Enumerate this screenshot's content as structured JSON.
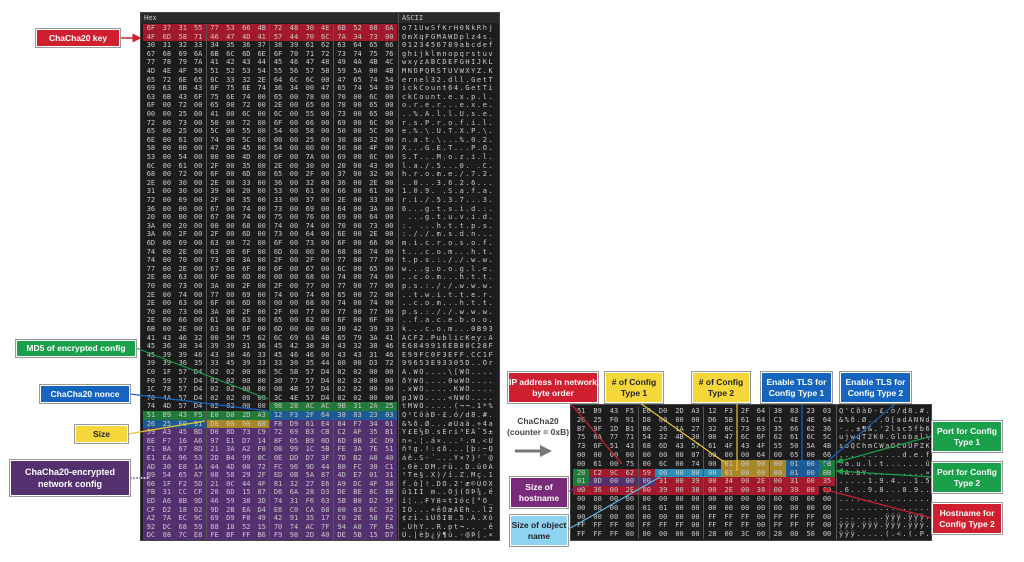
{
  "colors": {
    "key": "#a3192c",
    "md5": "#217a3a",
    "nonce": "#1b5a92",
    "size": "#a8862a",
    "config": "#55306e",
    "ip": "#a3192c",
    "count": "#a8862a",
    "tls": "#1b5a92",
    "port": "#217a3a",
    "hostsize": "#55306e",
    "objsize": "#2a8fb8",
    "hostname": "#a3192c"
  },
  "left_dump": {
    "hex_header": "Hex",
    "ascii_header": "ASCII",
    "rows": [
      {
        "hex": "6F 37 31 55 77 53 66 4B 72 48 30 4E 6B 52 68 6A",
        "ascii": "o71UwSfKrH0NkRhj"
      },
      {
        "hex": "4F 6D 58 71 46 47 4D 41 57 44 70 6C 7A 34 73 00",
        "ascii": "OmXqFGMAWDplz4s."
      },
      {
        "hex": "30 31 32 33 34 35 36 37 38 39 61 62 63 64 65 66",
        "ascii": "0123456789abcdef"
      },
      {
        "hex": "67 68 69 6A 6B 6C 6D 6E 6F 70 71 72 73 74 75 76",
        "ascii": "ghijklmnopqrstuv"
      },
      {
        "hex": "77 78 79 7A 41 42 43 44 45 46 47 48 49 4A 4B 4C",
        "ascii": "wxyzABCDEFGHIJKL"
      },
      {
        "hex": "4D 4E 4F 50 51 52 53 54 55 56 57 58 59 5A 00 4B",
        "ascii": "MNOPQRSTUVWXYZ.K"
      },
      {
        "hex": "65 72 6E 65 6C 33 32 2E 64 6C 6C 00 47 65 74 54",
        "ascii": "ernel32.dll.GetT"
      },
      {
        "hex": "69 63 6B 43 6F 75 6E 74 36 34 00 47 65 74 54 69",
        "ascii": "ickCount64.GetTi"
      },
      {
        "hex": "63 6B 43 6F 75 6E 74 00 65 00 78 00 70 00 6C 00",
        "ascii": "ckCount.e.x.p.l."
      },
      {
        "hex": "6F 00 72 00 65 00 72 00 2E 00 65 00 78 00 65 00",
        "ascii": "o.r.e.r...e.x.e."
      },
      {
        "hex": "00 00 25 00 41 00 6C 00 6C 00 55 00 73 00 65 00",
        "ascii": "..%.A.l.l.U.s.e."
      },
      {
        "hex": "72 00 73 00 50 00 72 00 6F 00 66 00 69 00 6C 00",
        "ascii": "r.s.P.r.o.f.i.l."
      },
      {
        "hex": "65 00 25 00 5C 00 55 00 54 00 58 00 50 00 5C 00",
        "ascii": "e.%.\\.U.T.X.P.\\."
      },
      {
        "hex": "6E 00 61 00 74 00 5C 00 00 00 25 00 30 00 32 00",
        "ascii": "n.a.t.\\...%.0.2."
      },
      {
        "hex": "58 00 00 00 47 00 45 00 54 00 00 00 50 00 4F 00",
        "ascii": "X...G.E.T...P.O."
      },
      {
        "hex": "53 00 54 00 00 00 4D 00 6F 00 7A 00 69 00 6C 00",
        "ascii": "S.T...M.o.z.i.l."
      },
      {
        "hex": "6C 00 61 00 2F 00 35 00 2E 00 30 00 20 00 43 00",
        "ascii": "l.a./.5...0. .C."
      },
      {
        "hex": "68 00 72 00 6F 00 6D 00 65 00 2F 00 37 00 32 00",
        "ascii": "h.r.o.m.e./.7.2."
      },
      {
        "hex": "2E 00 30 00 2E 00 33 00 36 00 32 00 36 00 2E 00",
        "ascii": "..0...3.6.2.6..."
      },
      {
        "hex": "31 00 30 00 39 00 20 00 53 00 61 00 66 00 61 00",
        "ascii": "1.0.9. .S.a.f.a."
      },
      {
        "hex": "72 00 69 00 2F 00 35 00 33 00 37 00 2E 00 33 00",
        "ascii": "r.i./.5.3.7...3."
      },
      {
        "hex": "36 00 00 00 67 00 74 00 73 00 69 00 64 00 3A 00",
        "ascii": "6...g.t.s.i.d.:."
      },
      {
        "hex": "20 00 00 00 67 00 74 00 75 00 76 00 69 00 64 00",
        "ascii": " ...g.t.u.v.i.d."
      },
      {
        "hex": "3A 00 20 00 00 00 68 00 74 00 74 00 70 00 73 00",
        "ascii": ":. ...h.t.t.p.s."
      },
      {
        "hex": "3A 00 2F 00 2F 00 6D 00 73 00 64 00 6E 00 2E 00",
        "ascii": ":././.m.s.d.n..."
      },
      {
        "hex": "6D 00 69 00 63 00 72 00 6F 00 73 00 6F 00 66 00",
        "ascii": "m.i.c.r.o.s.o.f."
      },
      {
        "hex": "74 00 2E 00 63 00 6F 00 6D 00 00 00 68 00 74 00",
        "ascii": "t...c.o.m...h.t."
      },
      {
        "hex": "74 00 70 00 73 00 3A 00 2F 00 2F 00 77 00 77 00",
        "ascii": "t.p.s.:././.w.w."
      },
      {
        "hex": "77 00 2E 00 67 00 6F 00 6F 00 67 00 6C 00 65 00",
        "ascii": "w...g.o.o.g.l.e."
      },
      {
        "hex": "2E 00 63 00 6F 00 6D 00 00 00 68 00 74 00 74 00",
        "ascii": "..c.o.m...h.t.t."
      },
      {
        "hex": "70 00 73 00 3A 00 2F 00 2F 00 77 00 77 00 77 00",
        "ascii": "p.s.:././.w.w.w."
      },
      {
        "hex": "2E 00 74 00 77 00 69 00 74 00 74 00 65 00 72 00",
        "ascii": "..t.w.i.t.t.e.r."
      },
      {
        "hex": "2E 00 63 00 6F 00 6D 00 00 00 68 00 74 00 74 00",
        "ascii": "..c.o.m...h.t.t."
      },
      {
        "hex": "70 00 73 00 3A 00 2F 00 2F 00 77 00 77 00 77 00",
        "ascii": "p.s.:././.w.w.w."
      },
      {
        "hex": "2E 00 66 00 61 00 63 00 65 00 62 00 6F 00 6F 00",
        "ascii": "..f.a.c.e.b.o.o."
      },
      {
        "hex": "6B 00 2E 00 63 00 6F 00 6D 00 00 00 30 42 39 33",
        "ascii": "k...c.o.m...0B93"
      },
      {
        "hex": "41 43 46 32 00 50 75 62 6C 69 63 4B 65 79 3A 41",
        "ascii": "ACF2.PublicKey:A"
      },
      {
        "hex": "45 36 38 34 39 39 31 36 45 42 38 30 43 32 38 46",
        "ascii": "E6849916EB80C28F"
      },
      {
        "hex": "45 39 39 46 43 30 46 33 45 46 46 00 43 43 31 46",
        "ascii": "E99FC0F3EFF.CC1F"
      },
      {
        "hex": "39 39 36 35 33 45 39 33 33 30 35 44 00 00 D3 72",
        "ascii": "99653E93305D..Ór"
      },
      {
        "hex": "C0 1F 57 D4 02 02 00 00 5C 5B 57 D4 02 02 00 00",
        "ascii": "À.WÔ....\\[WÔ...."
      },
      {
        "hex": "F0 59 57 D4 02 02 00 00 30 77 57 D4 02 02 00 00",
        "ascii": "ðYWÔ....0wWÔ...."
      },
      {
        "hex": "1C 78 57 D4 02 02 00 00 08 4B 57 D4 02 02 00 00",
        "ascii": ".xWÔ.....KWÔ...."
      },
      {
        "hex": "70 4A 57 D4 02 02 00 00 3C 4E 57 D4 02 02 00 00",
        "ascii": "pJWÔ....<NWÔ...."
      },
      {
        "hex": "74 4D 57 D4 02 02 00 00 98 28 AC AC 9B 31 2A 25",
        "ascii": "tMWÔ.....(¬¬.1*%"
      },
      {
        "hex": "51 B9 43 F5 E0 D0 2D A3 12 F3 2F 64 38 83 23 03",
        "ascii": "Q¹CõàÐ-£.ó/d8.#."
      },
      {
        "hex": "26 25 F0 91 D8 00 00 00 F8 D9 61 E4 84 F7 34 61",
        "ascii": "&%ð.Ø...øÙaä.÷4a"
      },
      {
        "hex": "59 A3 45 BD D0 8D 73 C9 72 69 B3 CB C2 AF 35 B1",
        "ascii": "Y£E½Ð.sÉri³ËÂ¯5±"
      },
      {
        "hex": "6E F7 16 A6 97 E1 D7 14 8F 05 B9 0D 6D 8B 3C D9",
        "ascii": "n÷.¦.á×...¹.m.<Ù"
      },
      {
        "hex": "F1 BA 67 8D 21 3A A2 F0 08 99 1C 5B FE 3A 7E 51",
        "ascii": "ñºg.!:¢ð...[þ:~Q"
      },
      {
        "hex": "E1 EA 96 53 2D B4 99 8C 0E DD D7 3F 7D B2 A8 40",
        "ascii": "áê.S-´...Ý×?}²¨@"
      },
      {
        "hex": "AD 30 E8 1A 44 4D 00 72 FC 96 9D 44 80 FC 30 C1",
        "ascii": ".0è.DM.rü..D.ü0Á"
      },
      {
        "hex": "B9 54 65 A7 08 58 29 2F ED 0B 5A 87 4D E7 01 31",
        "ascii": "¹Te§.X)/í.Z.Mç.1"
      },
      {
        "hex": "66 1F F2 5D 21 0C 44 4F 81 32 27 E6 A9 DC 4F 58",
        "ascii": "f.ò]!.DO.2'æ©ÜOX"
      },
      {
        "hex": "FB 31 CC CF 20 6D 15 87 D6 6A 28 D3 DE BE 8C EB",
        "ascii": "û1ÌÏ m..Öj(ÓÞ¾.ë"
      },
      {
        "hex": "ED A6 8B 9D 46 59 38 3D 74 31 F6 63 5B B0 D2 5F",
        "ascii": "í¦..FY8=t1öc[°Ò_"
      },
      {
        "hex": "CF D2 18 02 9D 2B EA D4 E6 C0 CA 68 00 03 6C 32",
        "ascii": "ÏÒ...+êÔæÀÊh..l2"
      },
      {
        "hex": "A2 7A EC 9C 69 D9 F0 49 42 91 35 17 C0 2E 58 F2",
        "ascii": "¢zì.iÙðIB.5.À.Xò"
      },
      {
        "hex": "92 DC 68 59 88 18 52 15 70 74 AC 7F 94 A0 7F EA",
        "ascii": ".ÜhY..R.pt¬.. .ê"
      },
      {
        "hex": "DC 08 7C E8 FE BF FF B6 F9 98 2D 40 DE 5B 15 D7",
        "ascii": "Ü.|èþ¿ÿ¶ù.-@Þ[.×"
      }
    ],
    "highlights": [
      {
        "row": 0,
        "from": 0,
        "to": 15,
        "region": "key"
      },
      {
        "row": 1,
        "from": 0,
        "to": 15,
        "region": "key"
      },
      {
        "row": 44,
        "from": 8,
        "to": 15,
        "region": "md5"
      },
      {
        "row": 45,
        "from": 0,
        "to": 7,
        "region": "md5"
      },
      {
        "row": 45,
        "from": 8,
        "to": 15,
        "region": "nonce"
      },
      {
        "row": 46,
        "from": 0,
        "to": 3,
        "region": "nonce"
      },
      {
        "row": 46,
        "from": 4,
        "to": 7,
        "region": "size"
      },
      {
        "row": 46,
        "from": 8,
        "to": 15,
        "region": "config"
      },
      {
        "row": 47,
        "from": 0,
        "to": 15,
        "region": "config"
      },
      {
        "row": 48,
        "from": 0,
        "to": 15,
        "region": "config"
      },
      {
        "row": 49,
        "from": 0,
        "to": 15,
        "region": "config"
      },
      {
        "row": 50,
        "from": 0,
        "to": 15,
        "region": "config"
      },
      {
        "row": 51,
        "from": 0,
        "to": 15,
        "region": "config"
      },
      {
        "row": 52,
        "from": 0,
        "to": 15,
        "region": "config"
      },
      {
        "row": 53,
        "from": 0,
        "to": 15,
        "region": "config"
      },
      {
        "row": 54,
        "from": 0,
        "to": 15,
        "region": "config"
      },
      {
        "row": 55,
        "from": 0,
        "to": 15,
        "region": "config"
      },
      {
        "row": 56,
        "from": 0,
        "to": 15,
        "region": "config"
      },
      {
        "row": 57,
        "from": 0,
        "to": 15,
        "region": "config"
      },
      {
        "row": 58,
        "from": 0,
        "to": 15,
        "region": "config"
      },
      {
        "row": 59,
        "from": 0,
        "to": 15,
        "region": "config"
      }
    ]
  },
  "right_dump": {
    "rows": [
      {
        "hex": "51 B9 43 F5 E0 D0 2D A3 12 F3 2F 64 38 83 23 03",
        "ascii": "Q'CõàÐ-£.ó/d8.#."
      },
      {
        "hex": "26 25 F0 91 D8 00 00 00 D6 5B 61 64 C1 4E 4E 64",
        "ascii": "&%ð.Ø...Ö[adÁNNd"
      },
      {
        "hex": "B7 9F 1D B1 B6 26 1A 27 32 6C 73 63 35 66 62 36",
        "ascii": "·..±¶&.'2lsc5fb6"
      },
      {
        "hex": "75 6A 77 71 54 32 4B 30 00 47 6C 6F 62 61 6C 5C",
        "ascii": "ujwqT2K0.Global\\"
      },
      {
        "hex": "73 6F 51 43 68 6D 43 57 61 4F 43 4F 55 50 5A 4B",
        "ascii": "soQChmCWaOCOUPZK"
      },
      {
        "hex": "00 00 00 00 00 00 00 07 00 00 00 64 00 65 00 66",
        "ascii": "...........d.e.f"
      },
      {
        "hex": "00 61 00 75 00 6C 00 74 00 01 00 00 00 01 00 FB",
        "ascii": ".a.u.l.t.......û"
      },
      {
        "hex": "20 C2 9C 62 59 00 00 00 00 01 00 00 00 01 00 BB",
        "ascii": " Â.bY..........»"
      },
      {
        "hex": "01 0D 00 00 00 31 00 39 00 34 00 2E 00 31 00 35",
        "ascii": ".....1.9.4...1.5"
      },
      {
        "hex": "00 36 00 2E 00 39 00 38 00 2E 00 38 00 39 00 00",
        "ascii": ".6...9.8...8.9.."
      },
      {
        "hex": "00 00 00 00 00 00 00 00 00 00 00 00 00 00 00 00",
        "ascii": "................"
      },
      {
        "hex": "00 00 00 00 01 01 00 00 00 00 00 00 00 00 00 00",
        "ascii": "................"
      },
      {
        "hex": "00 00 00 00 00 00 00 00 FF FF FF 00 FF FF FF 00",
        "ascii": "........ÿÿÿ.ÿÿÿ."
      },
      {
        "hex": "FF FF FF 00 FF FF FF 00 FF FF FF 00 FF FF FF 00",
        "ascii": "ÿÿÿ.ÿÿÿ.ÿÿÿ.ÿÿÿ."
      },
      {
        "hex": "FF FF FF 00 00 00 00 00 28 00 3C 00 28 00 50 00",
        "ascii": "ÿÿÿ.....(.<.(.P."
      }
    ],
    "highlights": [
      {
        "row": 6,
        "from": 9,
        "to": 12,
        "region": "count"
      },
      {
        "row": 6,
        "from": 13,
        "to": 14,
        "region": "tls"
      },
      {
        "row": 6,
        "from": 15,
        "to": 15,
        "region": "port"
      },
      {
        "row": 7,
        "from": 0,
        "to": 0,
        "region": "port"
      },
      {
        "row": 7,
        "from": 1,
        "to": 4,
        "region": "ip"
      },
      {
        "row": 7,
        "from": 5,
        "to": 8,
        "region": "objsize"
      },
      {
        "row": 7,
        "from": 9,
        "to": 12,
        "region": "count"
      },
      {
        "row": 7,
        "from": 13,
        "to": 14,
        "region": "tls"
      },
      {
        "row": 7,
        "from": 15,
        "to": 15,
        "region": "port"
      },
      {
        "row": 8,
        "from": 0,
        "to": 0,
        "region": "port"
      },
      {
        "row": 8,
        "from": 1,
        "to": 4,
        "region": "hostsize"
      },
      {
        "row": 8,
        "from": 5,
        "to": 15,
        "region": "hostname"
      },
      {
        "row": 9,
        "from": 0,
        "to": 14,
        "region": "hostname"
      }
    ]
  },
  "labels": {
    "chacha_key": "ChaCha20 key",
    "md5": "MD5 of encrypted config",
    "nonce": "ChaCha20 nonce",
    "size": "Size",
    "encrypted_config": "ChaCha20-encrypted network config",
    "ip": "IP address in network byte order",
    "count1": "# of Config Type 1",
    "count2": "# of Config Type 2",
    "tls1": "Enable TLS for Config Type 1",
    "tls2": "Enable TLS for Config Type 2",
    "port1": "Port for Config Type 1",
    "port2": "Port for Config Type 2",
    "hostname2": "Hostname for Config Type 2",
    "hostsize": "Size of hostname",
    "objsize": "Size of object name",
    "decrypt_step": "ChaCha20 (counter = 0xB)"
  }
}
